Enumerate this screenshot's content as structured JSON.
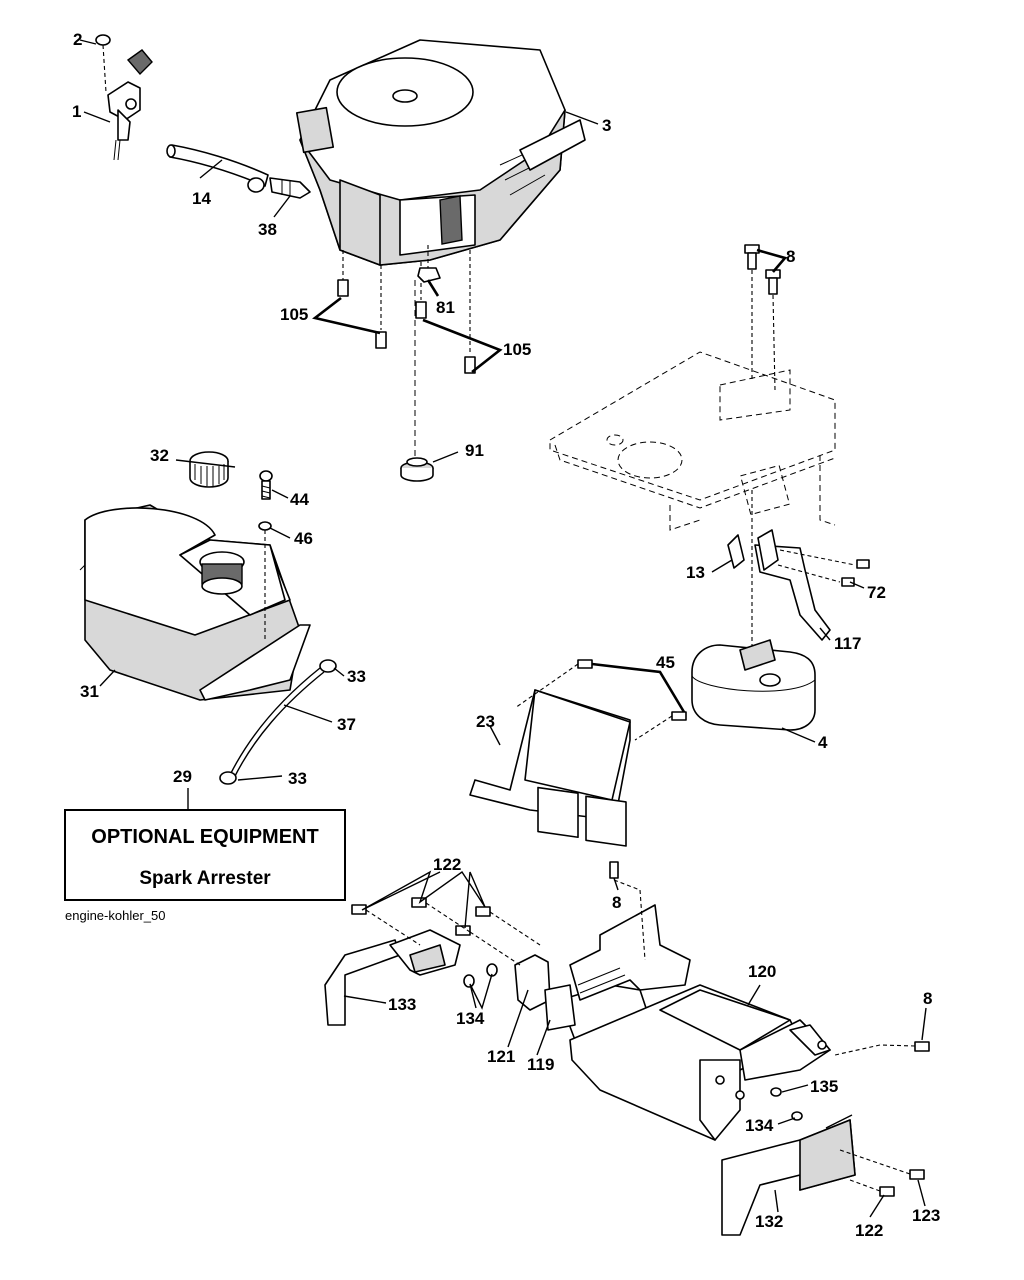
{
  "callouts": {
    "c1": "1",
    "c2": "2",
    "c3": "3",
    "c14": "14",
    "c38": "38",
    "c105a": "105",
    "c81": "81",
    "c105b": "105",
    "c91": "91",
    "c8a": "8",
    "c32": "32",
    "c44": "44",
    "c46": "46",
    "c31": "31",
    "c33a": "33",
    "c37": "37",
    "c33b": "33",
    "c13": "13",
    "c72": "72",
    "c117": "117",
    "c45": "45",
    "c23": "23",
    "c4": "4",
    "c29": "29",
    "c122a": "122",
    "c8b": "8",
    "c120": "120",
    "c8c": "8",
    "c133": "133",
    "c134a": "134",
    "c121": "121",
    "c119": "119",
    "c135": "135",
    "c134b": "134",
    "c132": "132",
    "c122b": "122",
    "c123": "123"
  },
  "optional_box": {
    "title": "OPTIONAL EQUIPMENT",
    "subtitle": "Spark Arrester"
  },
  "diagram_caption": "engine-kohler_50"
}
